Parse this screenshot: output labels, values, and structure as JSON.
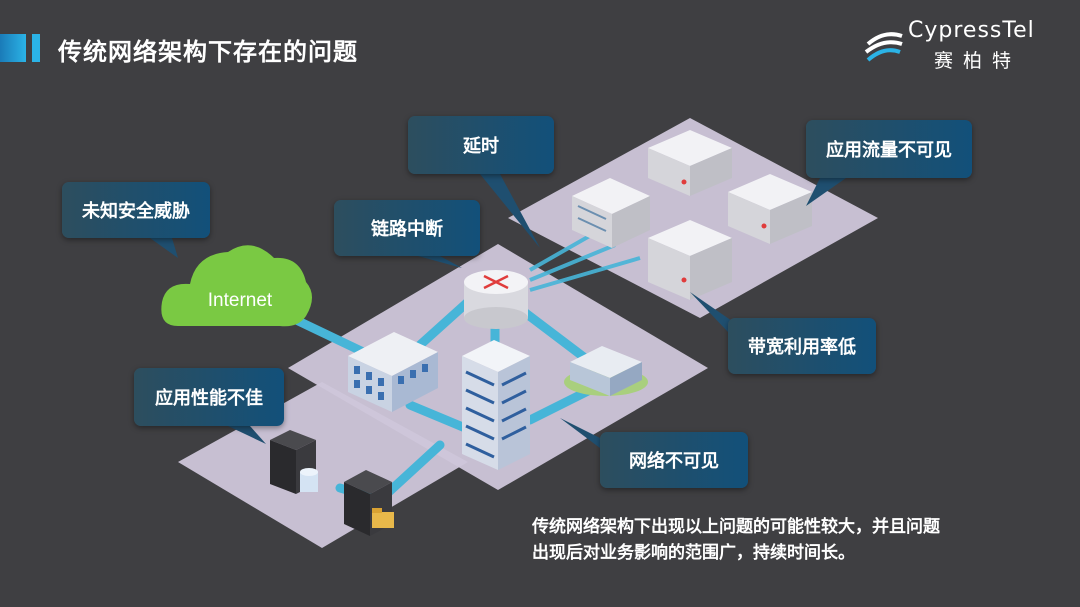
{
  "header": {
    "title": "传统网络架构下存在的问题",
    "logo_en": "CypressTel",
    "logo_cn": "赛柏特"
  },
  "diagram": {
    "internet_label": "Internet",
    "callouts": {
      "unknown_threat": "未知安全威胁",
      "delay": "延时",
      "link_break": "链路中断",
      "app_traffic_invisible": "应用流量不可见",
      "bandwidth_low": "带宽利用率低",
      "app_performance_poor": "应用性能不佳",
      "network_invisible": "网络不可见"
    }
  },
  "summary": {
    "line1": "传统网络架构下出现以上问题的可能性较大，并且问题",
    "line2": "出现后对业务影响的范围广，持续时间长。"
  },
  "colors": {
    "background": "#3f3f42",
    "accent": "#2bb3e6",
    "cloud": "#7ac943",
    "platform": "#cfc6da",
    "link": "#47b5d8"
  }
}
